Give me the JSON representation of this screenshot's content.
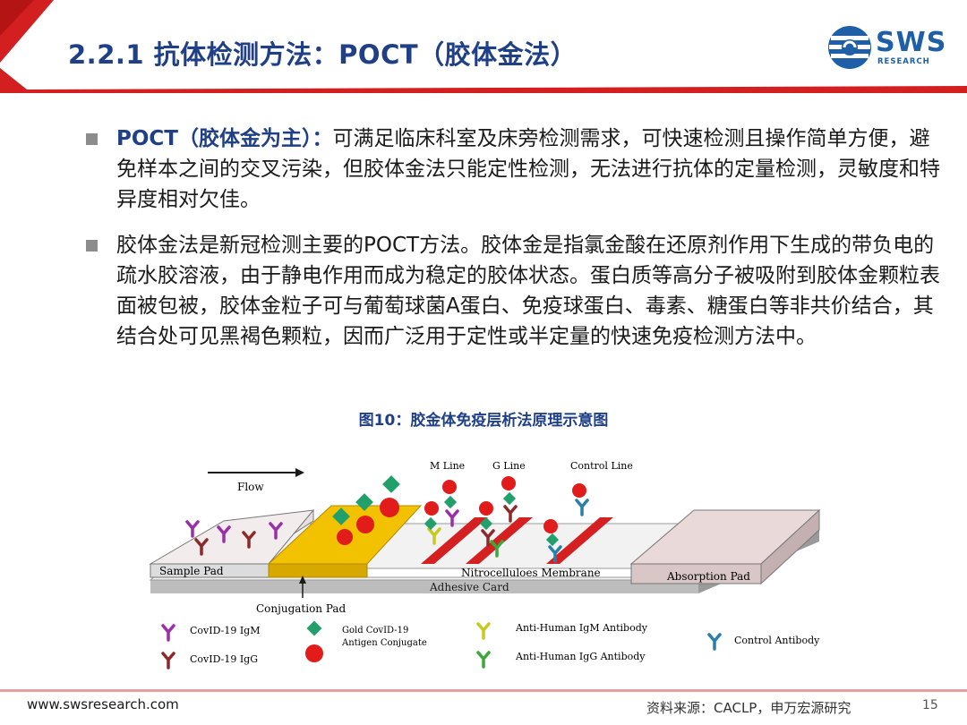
{
  "header": {
    "title": "2.2.1 抗体检测方法：POCT（胶体金法）",
    "logo_text": "SWS",
    "logo_sub": "RESEARCH",
    "colors": {
      "red": "#d31f1f",
      "navy": "#1f3f86",
      "logo_blue": "#1f5fa8"
    }
  },
  "bullets": [
    {
      "lead": "POCT（胶体金为主）：",
      "text": "可满足临床科室及床旁检测需求，可快速检测且操作简单方便，避免样本之间的交叉污染，但胶体金法只能定性检测，无法进行抗体的定量检测，灵敏度和特异度相对欠佳。"
    },
    {
      "lead": "",
      "text": "胶体金法是新冠检测主要的POCT方法。胶体金是指氯金酸在还原剂作用下生成的带负电的疏水胶溶液，由于静电作用而成为稳定的胶体状态。蛋白质等高分子被吸附到胶体金颗粒表面被包被，胶体金粒子可与葡萄球菌A蛋白、免疫球蛋白、毒素、糖蛋白等非共价结合，其结合处可见黑褐色颗粒，因而广泛用于定性或半定量的快速免疫检测方法中。"
    }
  ],
  "figure": {
    "caption": "图10：胶金体免疫层析法原理示意图",
    "labels": {
      "flow": "Flow",
      "m_line": "M Line",
      "g_line": "G Line",
      "control_line": "Control Line",
      "sample_pad": "Sample Pad",
      "membrane": "Nitrocelluloes Membrane",
      "adhesive": "Adhesive Card",
      "absorption": "Absorption Pad",
      "conjugation": "Conjugation Pad"
    },
    "legend": {
      "igm": "CovID-19  IgM",
      "igg": "CovID-19  IgG",
      "gold_line1": "Gold CovID-19",
      "gold_line2": "Antigen Conjugate",
      "anti_igm": "Anti-Human IgM Antibody",
      "anti_igg": "Anti-Human IgG Antibody",
      "control": "Control Antibody"
    },
    "colors": {
      "igm": "#9b2fa8",
      "igg": "#8b2a2a",
      "anti_igm": "#c8c820",
      "anti_igg": "#3aa83a",
      "control": "#2a7fa8",
      "gold_red": "#e21b1b",
      "gold_green": "#22a06b",
      "conjugation_pad": "#f0c000",
      "test_line": "#d42020"
    }
  },
  "footer": {
    "url": "www.swsresearch.com",
    "source": "资料来源：CACLP，申万宏源研究",
    "page": "15"
  }
}
